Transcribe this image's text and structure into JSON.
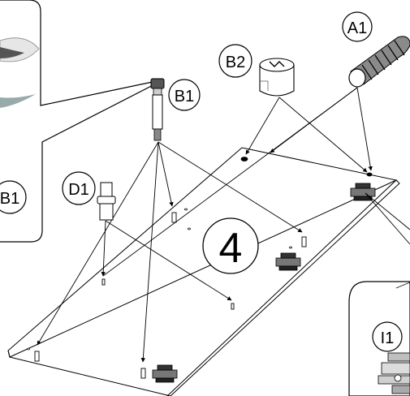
{
  "step_number": "4",
  "parts": {
    "a1": {
      "label": "A1"
    },
    "b2": {
      "label": "B2"
    },
    "b1": {
      "label": "B1"
    },
    "d1": {
      "label": "D1"
    },
    "i1": {
      "label": "I1"
    }
  },
  "detail_callout_left": {
    "label": "B1"
  }
}
